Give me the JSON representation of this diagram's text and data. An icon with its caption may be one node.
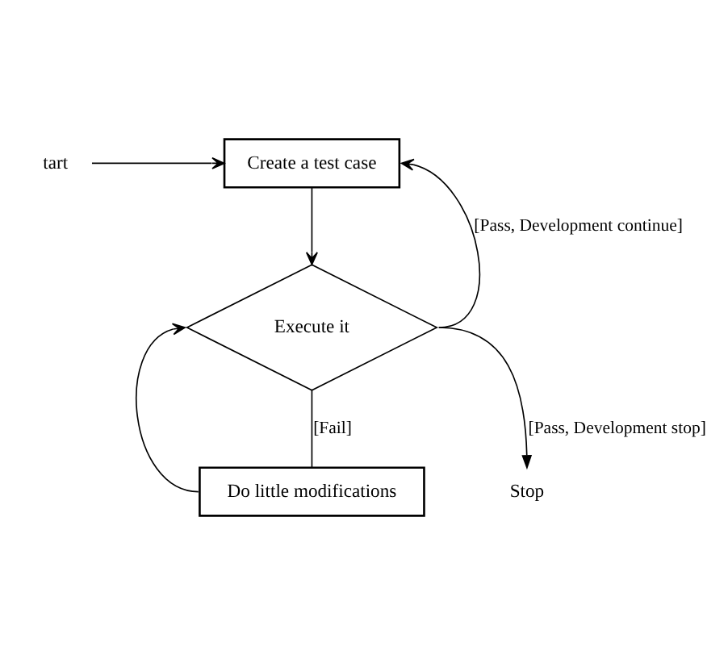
{
  "diagram": {
    "nodes": [
      {
        "text": [
          "tart"
        ]
      },
      {
        "text": [
          "Create a test case"
        ]
      },
      {
        "text": [
          "Execute it"
        ]
      },
      {
        "text": [
          "Do little modifications"
        ]
      },
      {
        "text": [
          "Stop"
        ]
      }
    ],
    "edges": [
      {
        "from": 0,
        "to": 1,
        "arrow": "to"
      },
      {
        "from": 1,
        "to": 2,
        "arrow": "to"
      },
      {
        "from": 2,
        "to": 1,
        "arrow": "to",
        "label": "[Pass, Development continue]"
      },
      {
        "from": 2,
        "to": 4,
        "arrow": "to",
        "label": "[Pass, Development stop]"
      },
      {
        "from": 2,
        "to": 3,
        "arrow": "none",
        "label": "[Fail]"
      },
      {
        "from": 3,
        "to": 2,
        "arrow": "to"
      }
    ]
  }
}
